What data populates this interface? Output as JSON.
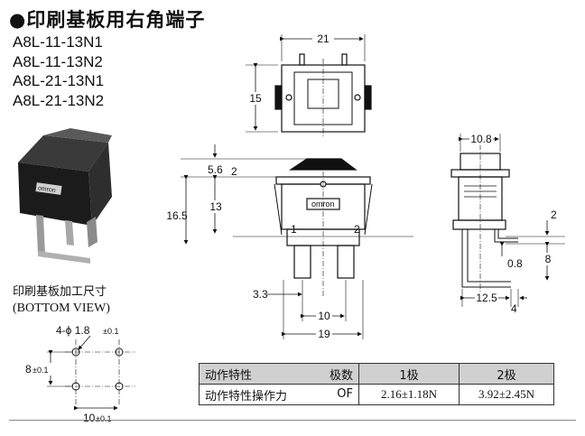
{
  "page": {
    "title": "●印刷基板用右角端子",
    "models": [
      "A8L-11-13N1",
      "A8L-11-13N2",
      "A8L-21-13N1",
      "A8L-21-13N2"
    ],
    "pcb_layout": {
      "title": "印刷基板加工尺寸",
      "subtitle": "(BOTTOM VIEW)",
      "hole_label": "4-ϕ 1.8",
      "hole_tol": "±0.1",
      "v_pitch": "8",
      "v_tol": "±0.1",
      "h_pitch": "10",
      "h_tol": "±0.1"
    },
    "dimensions": {
      "top_width": "21",
      "top_height": "15",
      "actuator_top": "5.6",
      "actuator_step": "2",
      "body_height": "13",
      "overall_height": "16.5",
      "pin_pitch": "3.3",
      "pin_spacing": "10",
      "base_width": "19",
      "side_width": "10.8",
      "side_pin_offset": "2",
      "pin_thickness": "0.8",
      "side_pin_depth": "8",
      "side_depth": "12.5",
      "side_tail": "4",
      "terminal_1": "1",
      "terminal_2": "2",
      "brand": "omron"
    },
    "table": {
      "header": {
        "label": "动作特性",
        "poles": "极数",
        "col1": "1极",
        "col2": "2极"
      },
      "row": {
        "label": "动作特性操作力",
        "unit": "OF",
        "val1": "2.16±1.18N",
        "val2": "3.92±2.45N"
      }
    }
  }
}
